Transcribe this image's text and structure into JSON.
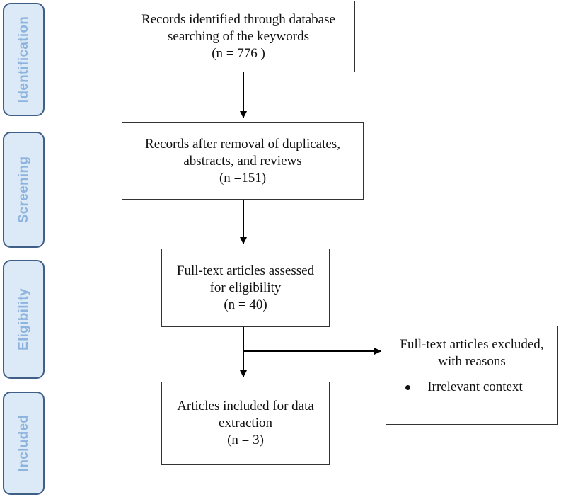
{
  "phases": [
    {
      "id": "identification",
      "label": "Identification"
    },
    {
      "id": "screening",
      "label": "Screening"
    },
    {
      "id": "eligibility",
      "label": "Eligibility"
    },
    {
      "id": "included",
      "label": "Included"
    }
  ],
  "boxes": {
    "identified": {
      "line1": "Records identified through database",
      "line2": "searching of the keywords",
      "line3": "(n = 776 )"
    },
    "screened": {
      "line1": "Records after removal of duplicates,",
      "line2": "abstracts, and reviews",
      "line3": "(n =151)"
    },
    "assessed": {
      "line1": "Full-text articles assessed",
      "line2": "for eligibility",
      "line3": "(n = 40)"
    },
    "included": {
      "line1": "Articles included for data",
      "line2": "extraction",
      "line3": "(n = 3)"
    },
    "excluded": {
      "line1": "Full-text articles excluded,",
      "line2": "with reasons",
      "reason": "Irrelevant context"
    }
  }
}
